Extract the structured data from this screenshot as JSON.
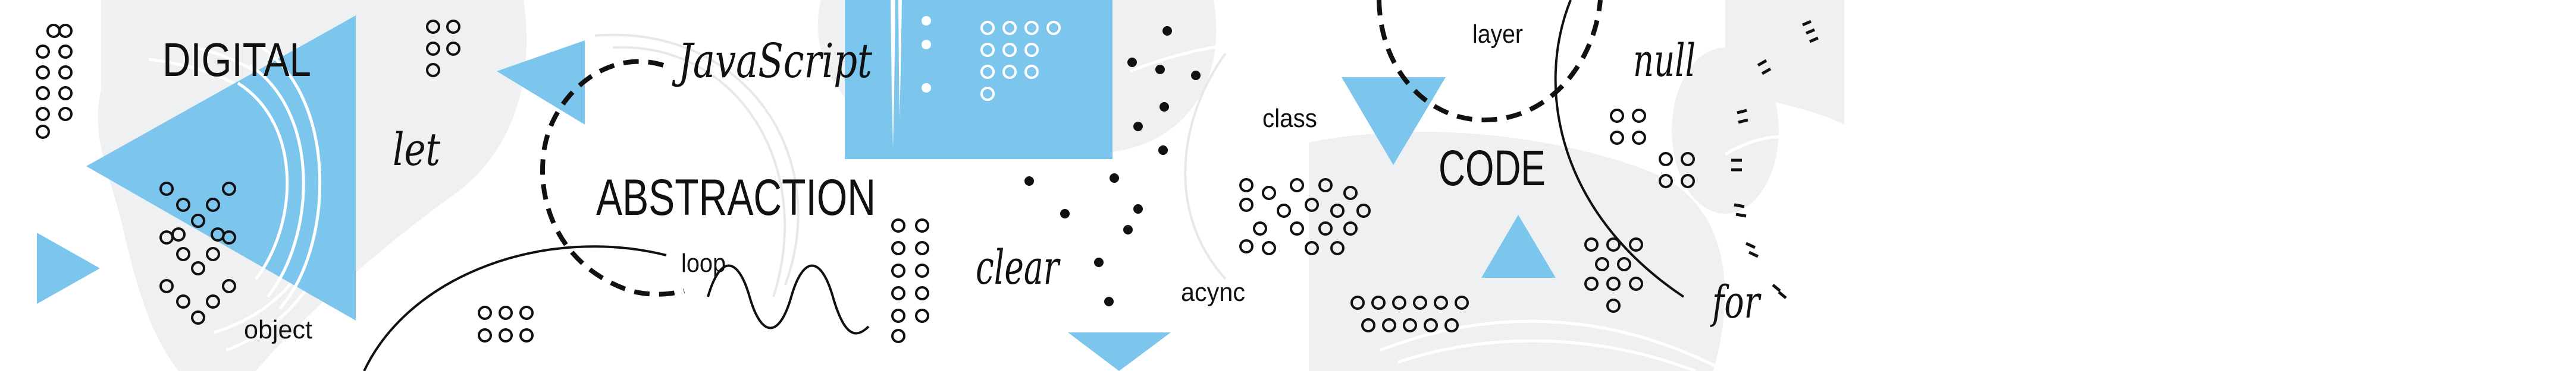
{
  "banner": {
    "colors": {
      "accent": "#7cc6ee",
      "ink": "#111111",
      "blob": "#eef0f2",
      "swoosh": "#ffffff"
    },
    "words": {
      "digital": "DIGITAL",
      "abstraction": "ABSTRACTION",
      "code": "CODE",
      "javascript": "JavaScript",
      "let": "let",
      "loop": "loop",
      "object": "object",
      "clear": "clear",
      "acync": "acync",
      "class": "class",
      "layer": "layer",
      "null": "null",
      "for": "for"
    }
  }
}
